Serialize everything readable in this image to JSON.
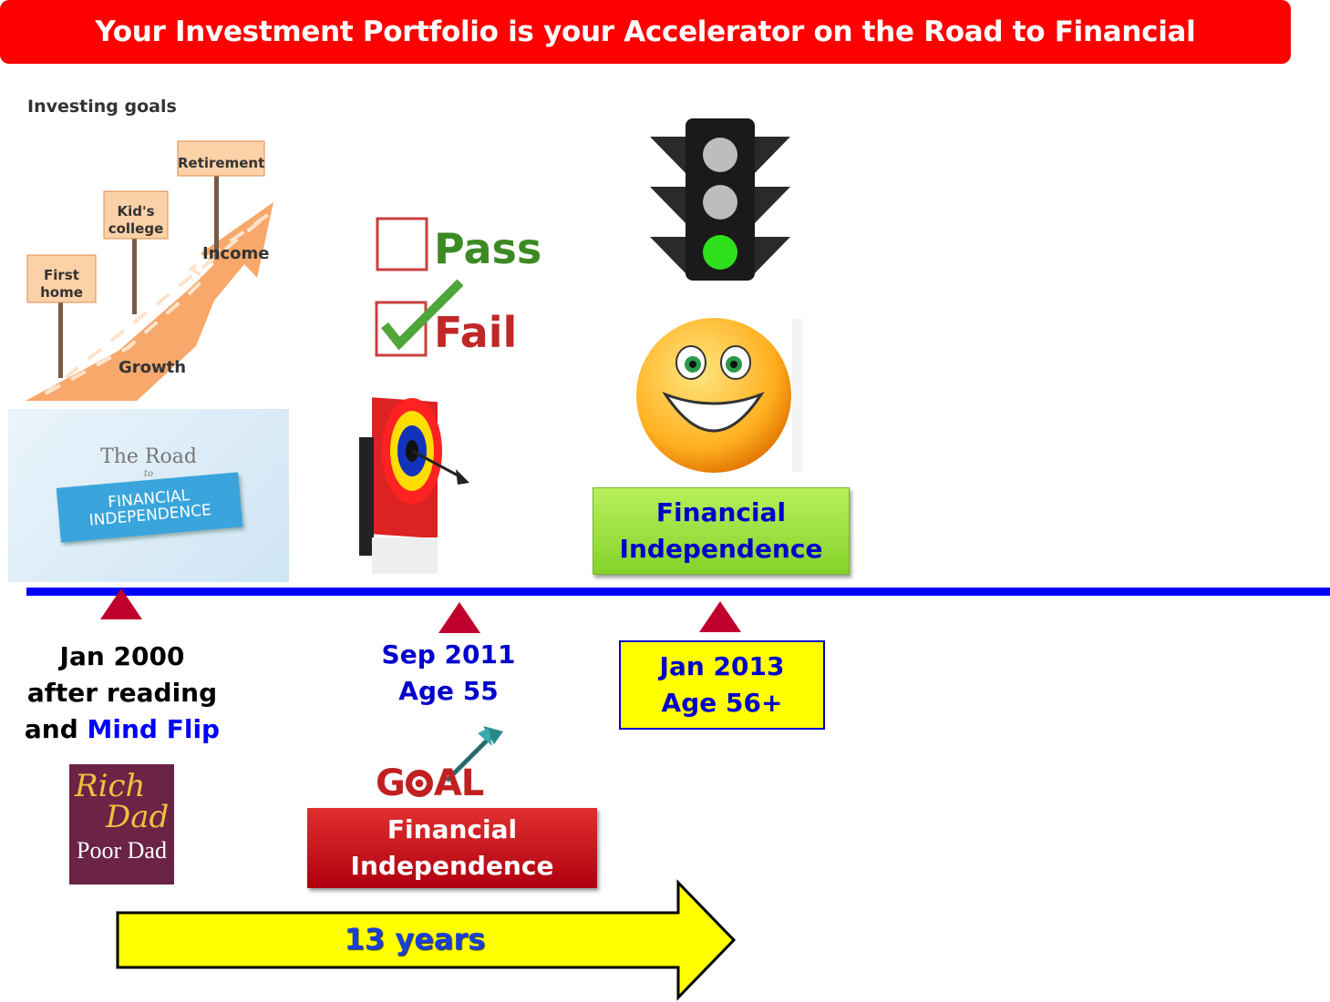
{
  "header": {
    "title": "Your Investment Portfolio  is your Accelerator on the Road to Financial Independence"
  },
  "goals_image": {
    "heading": "Investing goals",
    "signs": [
      "First home",
      "Kid's college",
      "Retirement"
    ],
    "labels": {
      "income": "Income",
      "growth": "Growth"
    }
  },
  "road_card": {
    "line1": "The Road",
    "line2": "to",
    "banner1": "FINANCIAL",
    "banner2": "INDEPENDENCE"
  },
  "pass_fail": {
    "pass": "Pass",
    "fail": "Fail"
  },
  "milestones": [
    {
      "line1": "Jan 2000",
      "line2": "after reading",
      "line3_prefix": "and ",
      "line3_highlight": "Mind Flip"
    },
    {
      "line1": "Sep 2011",
      "line2": "Age 55"
    },
    {
      "line1": "Jan 2013",
      "line2": "Age 56+"
    }
  ],
  "goal_logo": {
    "text_g": "G",
    "text_rest": "AL"
  },
  "fi_green": {
    "line1": "Financial",
    "line2": "Independence"
  },
  "fi_red": {
    "line1": "Financial",
    "line2": "Independence"
  },
  "book": {
    "line1": "Rich",
    "line2": "Dad",
    "line3": "Poor Dad"
  },
  "duration": {
    "label": "13 years"
  },
  "colors": {
    "title_bg": "#ff0000",
    "timeline": "#0000ff",
    "marker": "#c0002c",
    "date_box": "#ffff00",
    "arrow": "#ffff00",
    "fi_green": "#9be04a",
    "fi_red": "#c00010"
  },
  "icons": [
    "investing-goals-road-illustration",
    "road-to-financial-independence-card",
    "checkbox-icon",
    "check-icon",
    "target-icon",
    "traffic-light-icon",
    "smiley-face-icon",
    "goal-dart-icon",
    "rich-dad-poor-dad-book-icon",
    "right-arrow-icon"
  ]
}
